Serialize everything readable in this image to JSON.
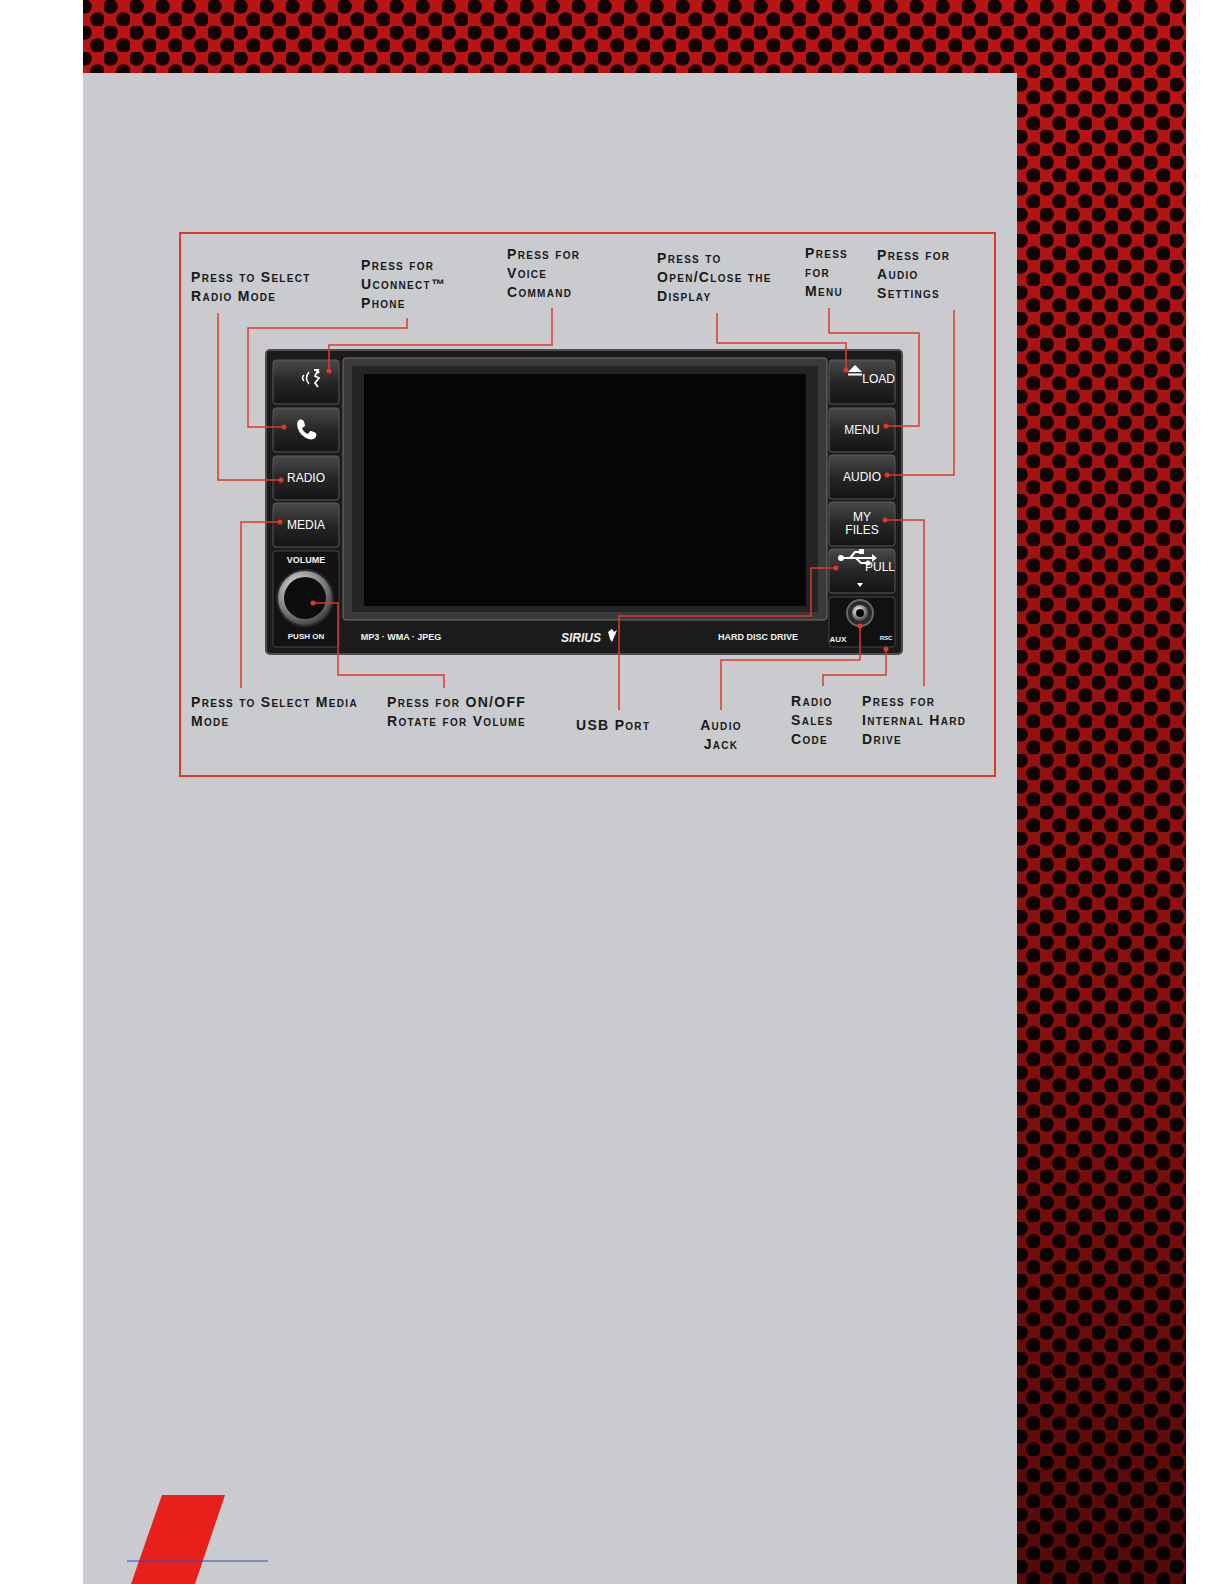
{
  "diagram": {
    "nodes": [
      {
        "text": [
          "RADIO"
        ]
      },
      {
        "text": [
          "MEDIA"
        ]
      },
      {
        "text": [
          "LOAD"
        ]
      },
      {
        "text": [
          "MENU"
        ]
      },
      {
        "text": [
          "AUDIO"
        ]
      },
      {
        "text": [
          "MY FILES"
        ]
      },
      {
        "text": [
          "PULL"
        ]
      }
    ],
    "labels": [
      "Press to Select Radio Mode",
      "Press for Uconnect™ Phone",
      "Press for Voice Command",
      "Press to Open/Close the Display",
      "Press for Menu",
      "Press for Audio Settings",
      "Press to Select Media Mode",
      "Press for ON/OFF Rotate for Volume",
      "USB Port",
      "Audio Jack",
      "Radio Sales Code",
      "Press for Internal Hard Drive",
      "VOLUME",
      "PUSH ON",
      "MP3 · WMA · JPEG",
      "SIRIUS",
      "HARD DISC DRIVE",
      "AUX",
      "RSC"
    ]
  }
}
